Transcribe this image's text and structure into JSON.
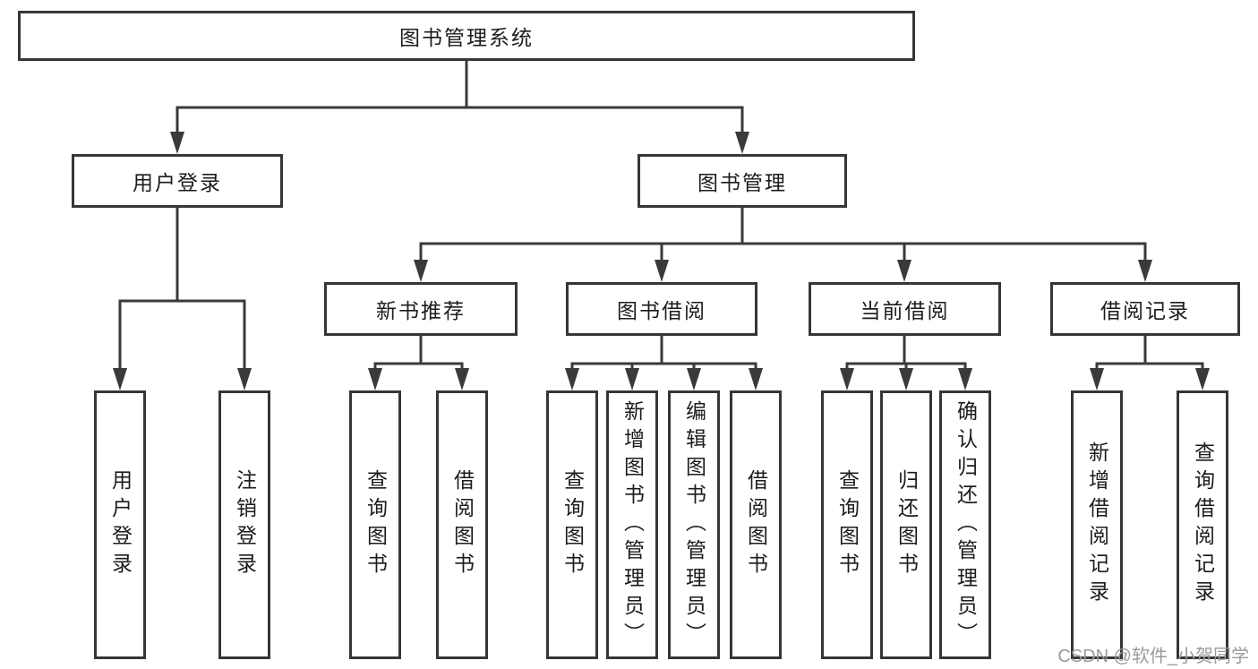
{
  "title": "图书管理系统",
  "tree": {
    "root": {
      "label": "图书管理系统"
    },
    "branches": [
      {
        "label": "用户登录",
        "children": [
          "用户登录",
          "注销登录"
        ]
      },
      {
        "label": "图书管理",
        "groups": [
          {
            "label": "新书推荐",
            "children": [
              "查询图书",
              "借阅图书"
            ]
          },
          {
            "label": "图书借阅",
            "children": [
              "查询图书",
              "新增图书（管理员）",
              "编辑图书（管理员）",
              "借阅图书"
            ]
          },
          {
            "label": "当前借阅",
            "children": [
              "查询图书",
              "归还图书",
              "确认归还（管理员）"
            ]
          },
          {
            "label": "借阅记录",
            "children": [
              "新增借阅记录",
              "查询借阅记录"
            ]
          }
        ]
      }
    ]
  },
  "watermark": "CSDN @软件_小贺同学",
  "colors": {
    "line": "#3a3a3a",
    "box_border": "#363636",
    "text": "#1c1c1c",
    "background": "#ffffff",
    "watermark": "#9b9b9b"
  }
}
